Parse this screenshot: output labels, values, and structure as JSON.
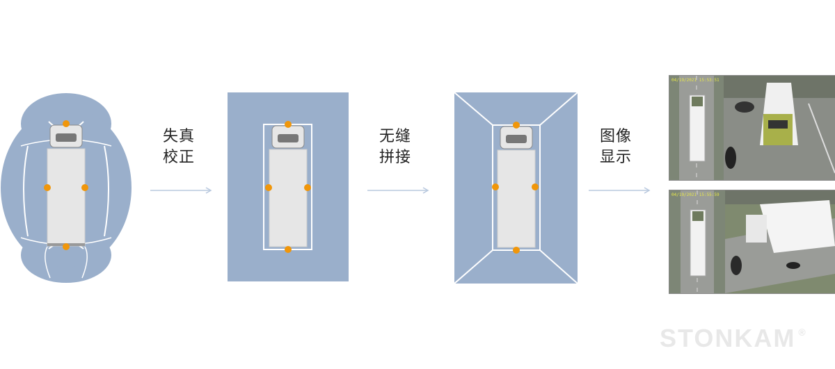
{
  "steps": [
    {
      "line1": "失真",
      "line2": "校正"
    },
    {
      "line1": "无缝",
      "line2": "拼接"
    },
    {
      "line1": "图像",
      "line2": "显示"
    }
  ],
  "screens": [
    {
      "timestamp": "04/19/2021 15:53:51"
    },
    {
      "timestamp": "04/19/2021 15:55:59"
    }
  ],
  "brand": {
    "name": "STONKAM",
    "mark": "®"
  },
  "colors": {
    "zone": "#9aafcb",
    "truck": "#e6e6e6",
    "marker": "#f0960a",
    "arrow": "#b8c8de"
  }
}
